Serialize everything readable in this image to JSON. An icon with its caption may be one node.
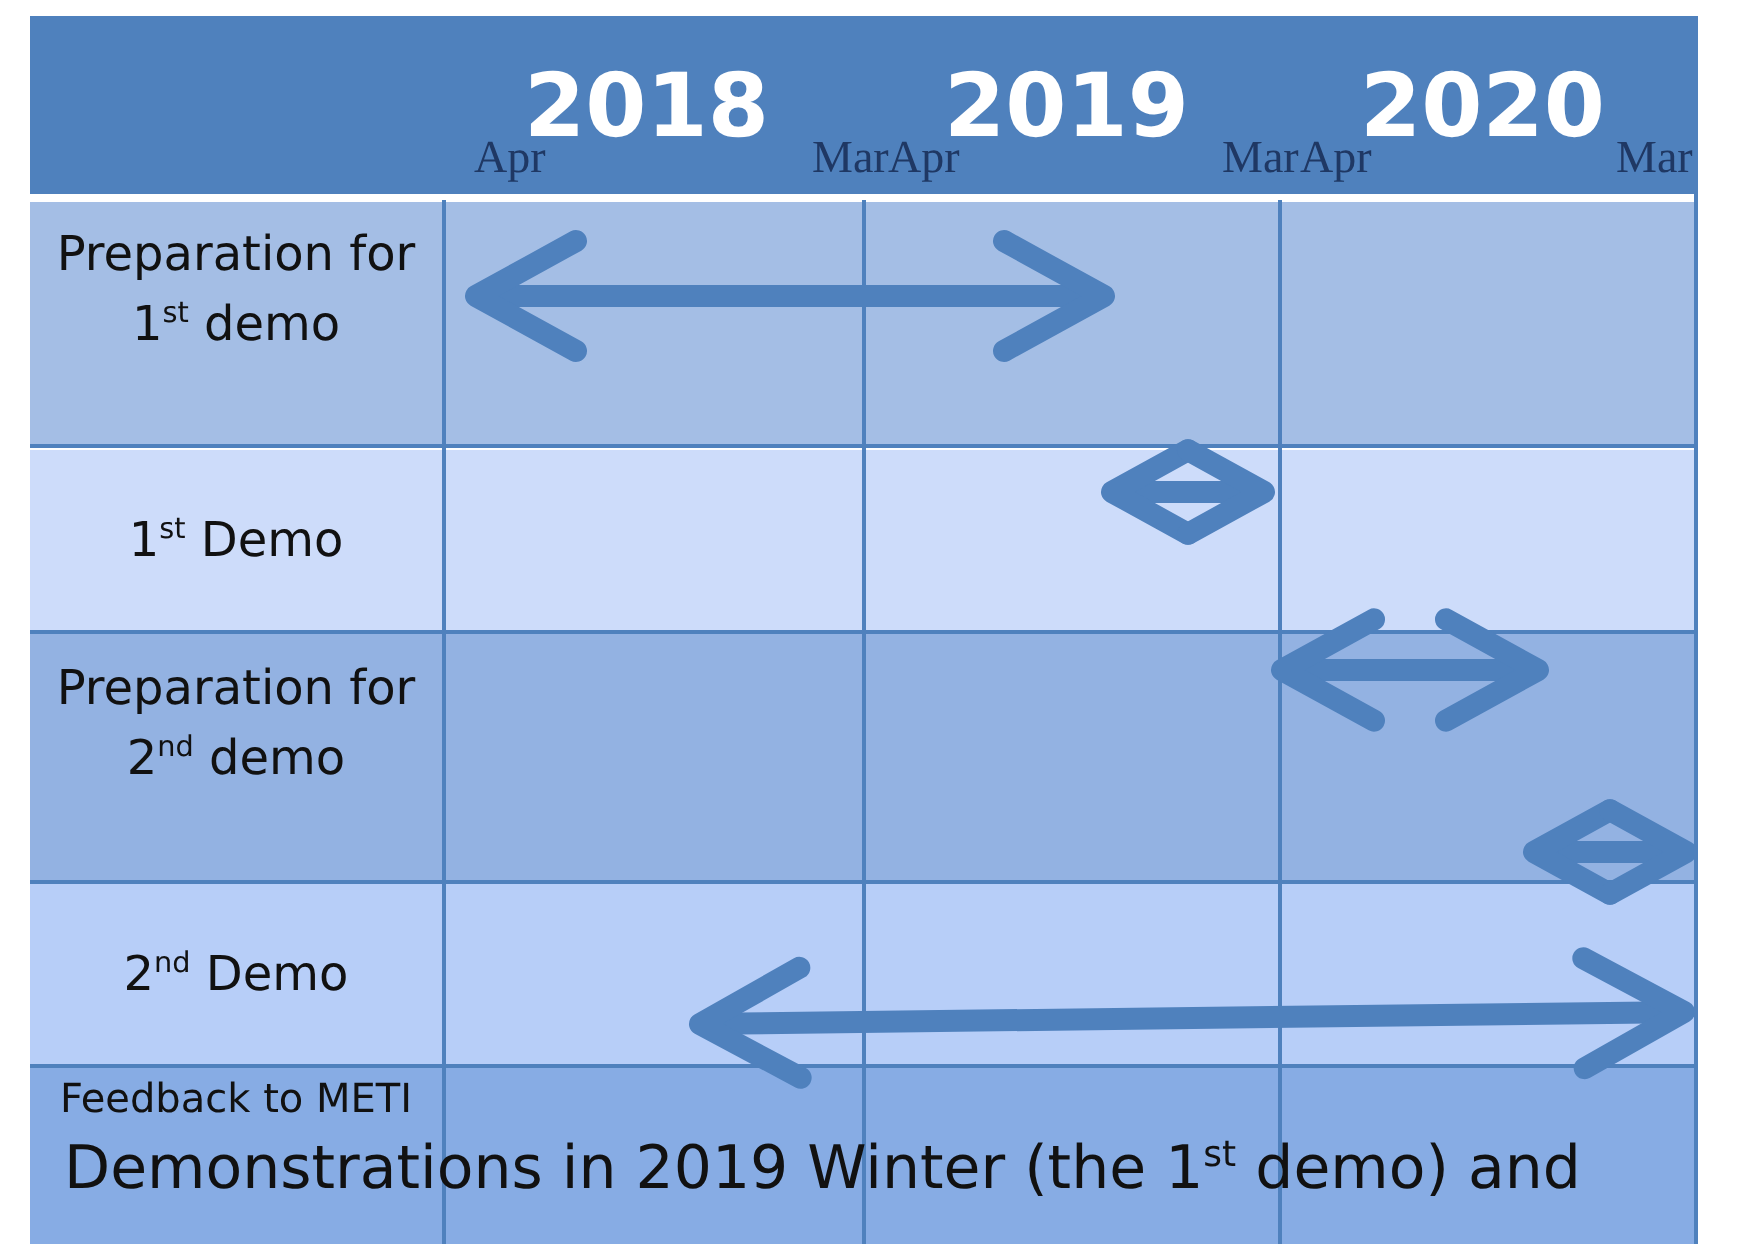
{
  "diagram": {
    "labels": [
      "2018",
      "Apr",
      "Mar",
      "2019",
      "Apr",
      "Mar",
      "2020",
      "Apr",
      "Mar",
      "Preparation for 1$^{st}$ demo",
      "1$^{st}$ Demo",
      "Preparation for 2$^{nd}$ demo",
      "2$^{nd}$ Demo",
      "Feedback to METI",
      "Demonstrations in 2019 Winter (the 1$^{st}$ demo) and"
    ]
  }
}
